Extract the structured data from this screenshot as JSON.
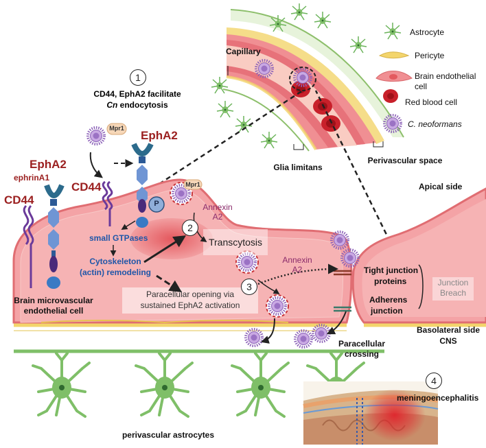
{
  "colors": {
    "endothelial": "#f08f93",
    "endothelial_dark": "#d9686c",
    "nucleus": "#e35a5f",
    "rbc": "#c8202a",
    "astrocyte": "#7fbf68",
    "pericyte": "#f3d56c",
    "fungus": "#b08bd0",
    "receptor_blue": "#5b86c9",
    "receptor_dark": "#2c4f7c",
    "ligand_purple": "#6a3a9a",
    "epha2_label": "#9b2020",
    "gtpase_label": "#1f56a8",
    "annexin_label": "#8a2a6a"
  },
  "step1": {
    "number": "1",
    "title_line1": "CD44, EphA2 facilitate",
    "title_line2_italic": "Cn",
    "title_line2_rest": " endocytosis"
  },
  "left_receptors": {
    "epha2": "EphA2",
    "ephrina1": "ephrinA1",
    "cd44": "CD44"
  },
  "upper_receptors": {
    "epha2": "EphA2",
    "cd44": "CD44",
    "mpr1": "Mpr1",
    "phospho": "P"
  },
  "cell": {
    "small_gtpases": "small GTPases",
    "cytoskeleton_line1": "Cytoskeleton",
    "cytoskeleton_line2": "(actin) remodeling",
    "cell_name_line1": "Brain microvascular",
    "cell_name_line2": "endothelial cell",
    "annexin_top_line1": "Annexin",
    "annexin_top_line2": "A2",
    "annexin_mid_line1": "Annexin",
    "annexin_mid_line2": "A2",
    "mpr1_top": "Mpr1",
    "transcytosis": "Transcytosis",
    "step2": "2",
    "step3": "3",
    "paracellular_line1": "Paracellular opening via",
    "paracellular_line2": "sustained EphA2 activation"
  },
  "right_cell": {
    "apical": "Apical side",
    "tight_line1": "Tight junction",
    "tight_line2": "proteins",
    "adherens_line1": "Adherens",
    "adherens_line2": "junction",
    "breach_line1": "Junction",
    "breach_line2": "Breach",
    "basolateral_line1": "Basolateral side",
    "basolateral_line2": "CNS",
    "paracellular_line1": "Paracellular",
    "paracellular_line2": "crossing"
  },
  "capillary": {
    "title": "Capillary",
    "glia": "Glia limitans",
    "perivascular_space": "Perivascular space"
  },
  "legend": [
    {
      "icon": "astrocyte-icon",
      "label": "Astrocyte"
    },
    {
      "icon": "pericyte-icon",
      "label": "Pericyte"
    },
    {
      "icon": "endothelial-cell-icon",
      "label_line1": "Brain endothelial",
      "label_line2": "cell"
    },
    {
      "icon": "red-blood-cell-icon",
      "label": "Red blood cell"
    },
    {
      "icon": "cryptococcus-icon",
      "label_italic": "C. neoformans"
    }
  ],
  "bottom": {
    "astrocytes": "perivascular astrocytes",
    "step4": "4",
    "meningo": "meningoencephalitis"
  }
}
